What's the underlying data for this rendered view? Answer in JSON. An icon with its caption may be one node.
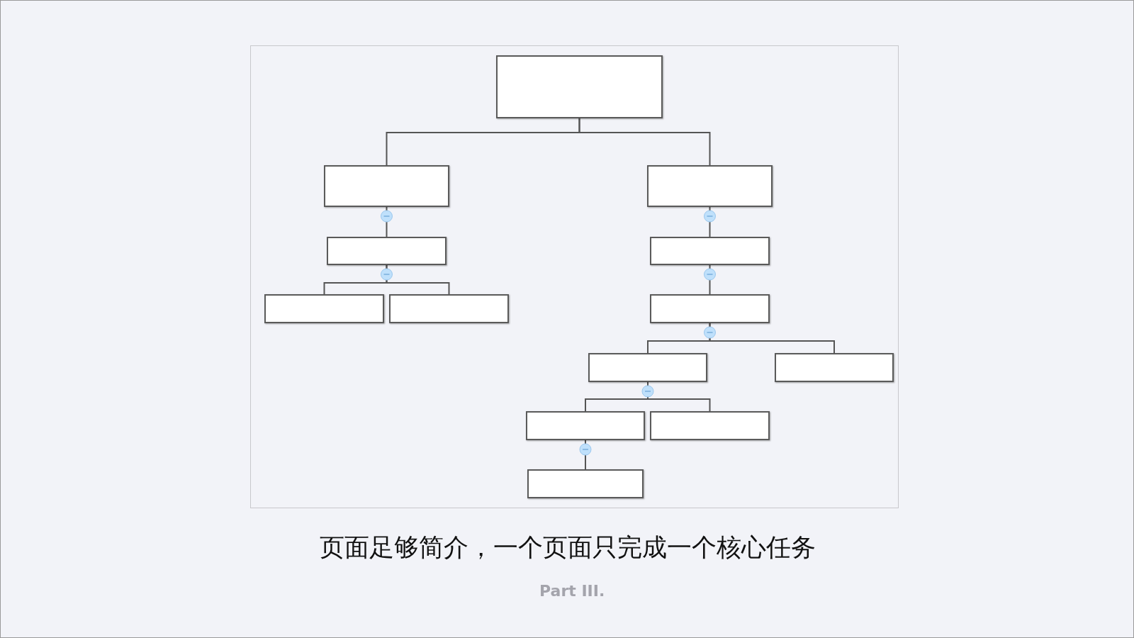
{
  "diagram": {
    "caption": "页面足够简介，一个页面只完成一个核心任务",
    "nodes": [
      {
        "text": [],
        "shape": "box"
      },
      {
        "text": [],
        "shape": "box"
      },
      {
        "text": [],
        "shape": "box"
      },
      {
        "text": [],
        "shape": "box"
      },
      {
        "text": [],
        "shape": "box"
      },
      {
        "text": [],
        "shape": "box"
      },
      {
        "text": [],
        "shape": "box"
      },
      {
        "text": [],
        "shape": "box"
      },
      {
        "text": [],
        "shape": "box"
      },
      {
        "text": [],
        "shape": "box"
      },
      {
        "text": [],
        "shape": "box"
      },
      {
        "text": [],
        "shape": "box"
      },
      {
        "text": [],
        "shape": "box"
      }
    ],
    "edges": [
      {
        "from": 0,
        "to": 1,
        "arrow": "none"
      },
      {
        "from": 0,
        "to": 2,
        "arrow": "none"
      },
      {
        "from": 1,
        "to": 3,
        "arrow": "none"
      },
      {
        "from": 2,
        "to": 4,
        "arrow": "none"
      },
      {
        "from": 3,
        "to": 5,
        "arrow": "none"
      },
      {
        "from": 3,
        "to": 6,
        "arrow": "none"
      },
      {
        "from": 4,
        "to": 7,
        "arrow": "none"
      },
      {
        "from": 7,
        "to": 8,
        "arrow": "none"
      },
      {
        "from": 7,
        "to": 9,
        "arrow": "none"
      },
      {
        "from": 8,
        "to": 10,
        "arrow": "none"
      },
      {
        "from": 8,
        "to": 11,
        "arrow": "none"
      },
      {
        "from": 10,
        "to": 12,
        "arrow": "none"
      }
    ],
    "labels": [
      "Part III."
    ]
  }
}
